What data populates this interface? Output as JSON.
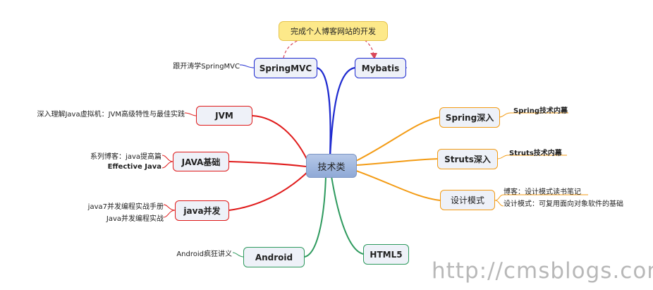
{
  "goal": "完成个人博客网站的开发",
  "center": "技术类",
  "nodes": {
    "springmvc": "SpringMVC",
    "mybatis": "Mybatis",
    "jvm": "JVM",
    "java_basic": "JAVA基础",
    "java_concurrency": "java并发",
    "android": "Android",
    "html5": "HTML5",
    "spring": "Spring深入",
    "struts": "Struts深入",
    "design_patterns": "设计模式"
  },
  "leaves": {
    "springmvc": [
      "跟开涛学SpringMVC"
    ],
    "jvm": [
      "深入理解Java虚拟机：JVM高级特性与最佳实践"
    ],
    "java_basic": [
      "系列博客：java提高篇",
      "Effective Java"
    ],
    "java_concurrency": [
      "java7并发编程实战手册",
      "Java并发编程实战"
    ],
    "android": [
      "Android疯狂讲义"
    ],
    "spring": [
      "Spring技术内幕"
    ],
    "struts": [
      "Struts技术内幕"
    ],
    "design_patterns": [
      "博客：设计模式读书笔记",
      "设计模式：可复用面向对象软件的基础"
    ]
  },
  "watermark": "http://cmsblogs.com/",
  "colors": {
    "blue_branch": "#1f2bd0",
    "red_branch": "#e01b1b",
    "green_branch": "#2e9a5e",
    "orange_branch": "#f39b14",
    "goal_fill": "#fde98a",
    "center_fill": "#9fb6df"
  }
}
